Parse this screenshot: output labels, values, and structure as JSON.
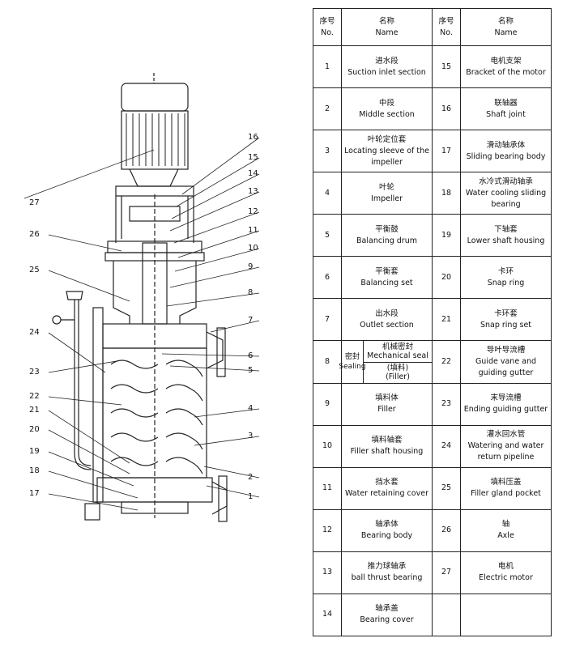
{
  "table": {
    "header": {
      "no_cn": "序号",
      "no_en": "No.",
      "name_cn": "名称",
      "name_en": "Name"
    },
    "rows": [
      {
        "l_no": "1",
        "l_cn": "进水段",
        "l_en": "Suction inlet section",
        "r_no": "15",
        "r_cn": "电机支架",
        "r_en": "Bracket of the motor"
      },
      {
        "l_no": "2",
        "l_cn": "中段",
        "l_en": "Middle section",
        "r_no": "16",
        "r_cn": "联轴器",
        "r_en": "Shaft joint"
      },
      {
        "l_no": "3",
        "l_cn": "叶轮定位套",
        "l_en": "Locating sleeve of the impeller",
        "r_no": "17",
        "r_cn": "滑动轴承体",
        "r_en": "Sliding bearing body"
      },
      {
        "l_no": "4",
        "l_cn": "叶轮",
        "l_en": "Impeller",
        "r_no": "18",
        "r_cn": "水冷式滑动轴承",
        "r_en": "Water cooling sliding bearing"
      },
      {
        "l_no": "5",
        "l_cn": "平衡鼓",
        "l_en": "Balancing drum",
        "r_no": "19",
        "r_cn": "下轴套",
        "r_en": "Lower shaft housing"
      },
      {
        "l_no": "6",
        "l_cn": "平衡套",
        "l_en": "Balancing set",
        "r_no": "20",
        "r_cn": "卡环",
        "r_en": "Snap ring"
      },
      {
        "l_no": "7",
        "l_cn": "出水段",
        "l_en": "Outlet section",
        "r_no": "21",
        "r_cn": "卡环套",
        "r_en": "Snap ring set"
      },
      {
        "l_no": "8",
        "seal_cn": "密封",
        "seal_en": "Sealing",
        "mech_cn": "机械密封",
        "mech_en": "Mechanical seal",
        "fill_cn": "(填料)",
        "fill_en": "(Filler)",
        "r_no": "22",
        "r_cn": "导叶导流槽",
        "r_en": "Guide vane and guiding gutter"
      },
      {
        "l_no": "9",
        "l_cn": "填料体",
        "l_en": "Filler",
        "r_no": "23",
        "r_cn": "末导流槽",
        "r_en": "Ending guiding gutter"
      },
      {
        "l_no": "10",
        "l_cn": "填料轴套",
        "l_en": "Filler shaft housing",
        "r_no": "24",
        "r_cn": "灌水回水管",
        "r_en": "Watering and water return pipeline"
      },
      {
        "l_no": "11",
        "l_cn": "挡水套",
        "l_en": "Water retaining cover",
        "r_no": "25",
        "r_cn": "填料压盖",
        "r_en": "Filler gland pocket"
      },
      {
        "l_no": "12",
        "l_cn": "轴承体",
        "l_en": "Bearing body",
        "r_no": "26",
        "r_cn": "轴",
        "r_en": "Axle"
      },
      {
        "l_no": "13",
        "l_cn": "推力球轴承",
        "l_en": "ball thrust bearing",
        "r_no": "27",
        "r_cn": "电机",
        "r_en": "Electric motor"
      },
      {
        "l_no": "14",
        "l_cn": "轴承盖",
        "l_en": "Bearing cover",
        "r_no": "",
        "r_cn": "",
        "r_en": ""
      }
    ]
  },
  "callouts": [
    "1",
    "2",
    "3",
    "4",
    "5",
    "6",
    "7",
    "8",
    "9",
    "10",
    "11",
    "12",
    "13",
    "14",
    "15",
    "16",
    "17",
    "18",
    "19",
    "20",
    "21",
    "22",
    "23",
    "24",
    "25",
    "26",
    "27"
  ]
}
